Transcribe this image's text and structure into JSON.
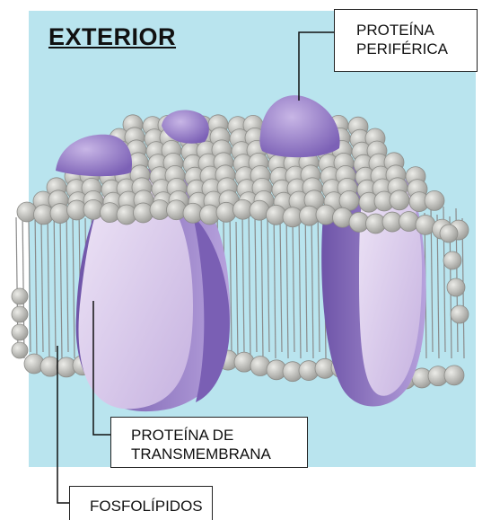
{
  "title": "EXTERIOR",
  "labels": {
    "peripheral_protein": [
      "PROTEÍNA",
      "PERIFÉRICA"
    ],
    "transmembrane_protein": [
      "PROTEÍNA DE",
      "TRANSMEMBRANA"
    ],
    "phospholipids": [
      "FOSFOLÍPIDOS"
    ]
  },
  "colors": {
    "background_panel": "#b9e4ee",
    "phospholipid_head": "#c4c4c0",
    "protein_light": "#d9c8ea",
    "protein_dark": "#8a6fc0",
    "protein_mid": "#a78fd3"
  }
}
